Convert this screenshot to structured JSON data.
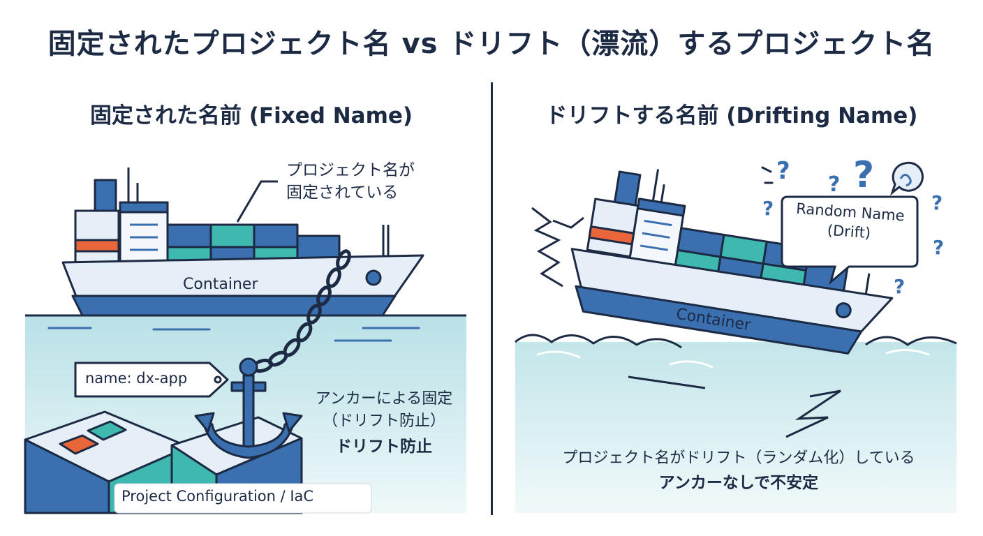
{
  "title": "固定されたプロジェクト名 vs ドリフト（漂流）するプロジェクト名",
  "left": {
    "heading": "固定された名前 (Fixed Name)",
    "callout_line1": "プロジェクト名が",
    "callout_line2": "固定されている",
    "ship_label": "Container",
    "tag_label": "name: dx-app",
    "anchor_line1": "アンカーによる固定",
    "anchor_line2": "（ドリフト防止）",
    "anchor_bold": "ドリフト防止",
    "base_label": "Project Configuration / IaC"
  },
  "right": {
    "heading": "ドリフトする名前 (Drifting Name)",
    "bubble_line1": "Random Name",
    "bubble_line2": "(Drift)",
    "ship_label": "Container",
    "caption_line1": "プロジェクト名がドリフト（ランダム化）している",
    "caption_bold": "アンカーなしで不安定"
  },
  "colors": {
    "navy": "#1c2a44",
    "blue": "#3a6fb0",
    "teal": "#3fb8b0",
    "orange": "#e8663a",
    "hull": "#e6eef8",
    "water": "#cfe9ee"
  }
}
